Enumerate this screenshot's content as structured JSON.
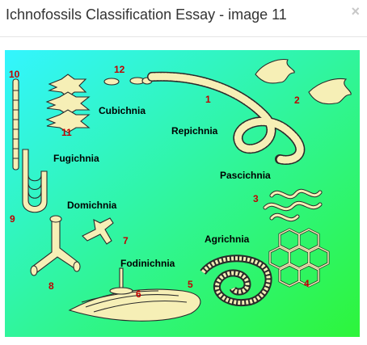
{
  "modal": {
    "title": "Ichnofossils Classification Essay - image 11",
    "close_label": "×"
  },
  "figure": {
    "colors": {
      "gradient_top_left": "#33f5ff",
      "gradient_bottom_right": "#2df53a",
      "fossil_fill": "#f6efb6",
      "number_color": "#c00000"
    },
    "categories": {
      "cubichnia": "Cubichnia",
      "repichnia": "Repichnia",
      "fugichnia": "Fugichnia",
      "pascichnia": "Pascichnia",
      "domichnia": "Domichnia",
      "agrichnia": "Agrichnia",
      "fodinichnia": "Fodinichnia"
    },
    "numbers": {
      "n1": "1",
      "n2": "2",
      "n3": "3",
      "n4": "4",
      "n5": "5",
      "n6": "6",
      "n7": "7",
      "n8": "8",
      "n9": "9",
      "n10": "10",
      "n11": "11",
      "n12": "12"
    }
  }
}
